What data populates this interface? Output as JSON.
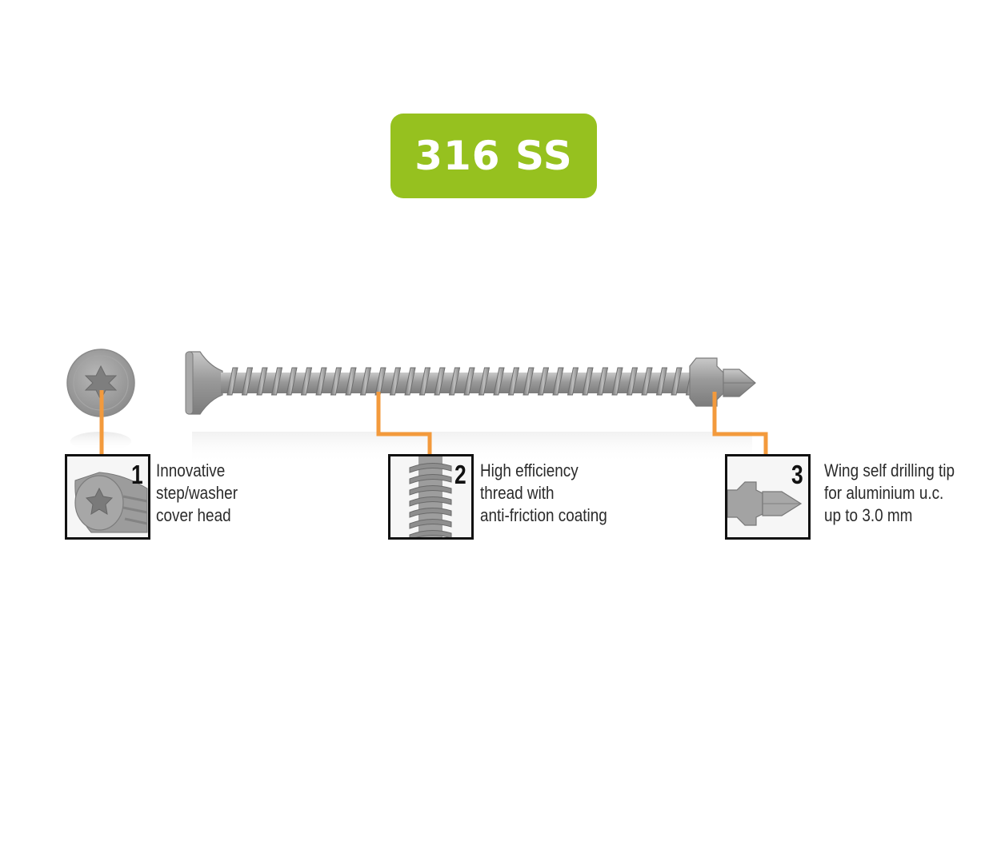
{
  "badge": {
    "label": "316 SS",
    "color": "#96c11f"
  },
  "accent_color": "#f39a3c",
  "features": [
    {
      "number": "1",
      "lines": [
        "Innovative",
        "step/washer",
        "cover head"
      ]
    },
    {
      "number": "2",
      "lines": [
        "High efficiency",
        "thread with",
        "anti-friction coating"
      ]
    },
    {
      "number": "3",
      "lines": [
        "Wing self drilling tip",
        "for aluminium u.c.",
        "up to 3.0 mm"
      ]
    }
  ],
  "icons": {
    "head": "screw-head-icon",
    "screw": "screw-icon",
    "thread": "thread-detail-icon",
    "tip": "drill-tip-icon"
  }
}
